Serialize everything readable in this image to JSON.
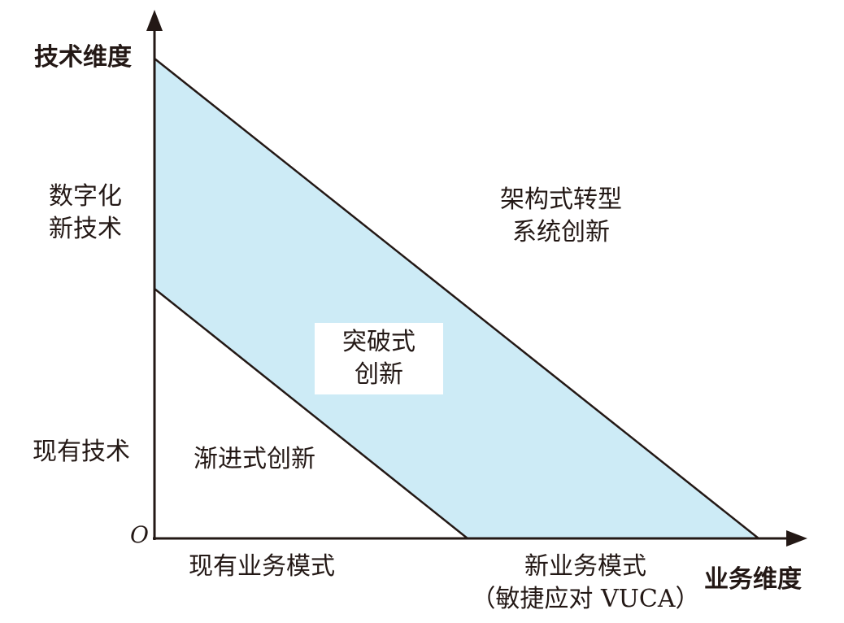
{
  "colors": {
    "band_fill": "#cdebf6",
    "line": "#231815",
    "text": "#231815",
    "background": "#ffffff"
  },
  "axes": {
    "y_axis_title": "技术维度",
    "x_axis_title": "业务维度",
    "origin_label": "O"
  },
  "y_ticks": {
    "digital_new_tech_line1": "数字化",
    "digital_new_tech_line2": "新技术",
    "existing_tech": "现有技术"
  },
  "x_ticks": {
    "existing_business_model": "现有业务模式",
    "new_business_model_line1": "新业务模式",
    "new_business_model_line2": "（敏捷应对 VUCA）"
  },
  "regions": {
    "incremental": "渐进式创新",
    "breakthrough_line1": "突破式",
    "breakthrough_line2": "创新",
    "architectural_line1": "架构式转型",
    "architectural_line2": "系统创新"
  }
}
